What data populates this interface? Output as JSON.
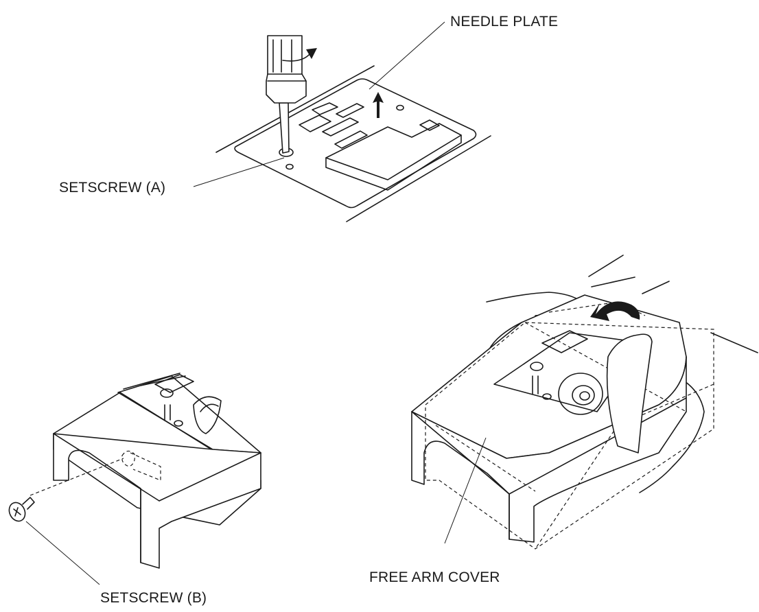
{
  "labels": {
    "needle_plate": "NEEDLE PLATE",
    "setscrew_a": "SETSCREW (A)",
    "setscrew_b": "SETSCREW (B)",
    "free_arm_cover": "FREE ARM COVER"
  }
}
